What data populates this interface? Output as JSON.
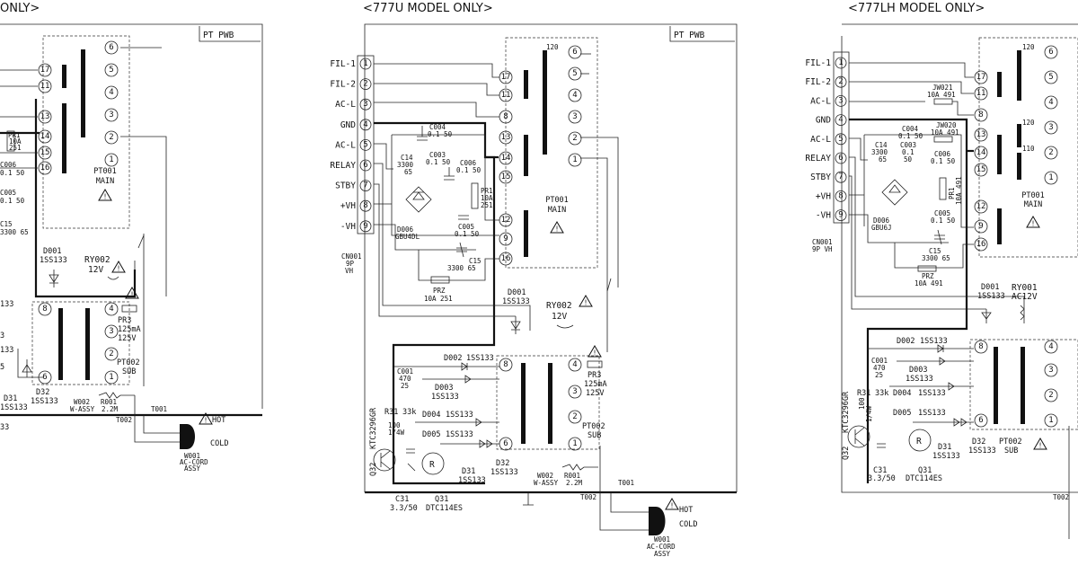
{
  "panels": {
    "left_title": "ONLY>",
    "center_title": "<777U MODEL ONLY>",
    "right_title": "<777LH MODEL ONLY>"
  },
  "left": {
    "pwb": "PT PWB",
    "transformer": "PT001",
    "transformer_sub": "MAIN",
    "relay": "RY002",
    "relay_v": "12V",
    "diode": "D001",
    "diode_part": "1SS133",
    "pr3": "PR3",
    "pr3_spec1": "125mA",
    "pr3_spec2": "125V",
    "sub": "PT002",
    "sub_name": "SUB",
    "d32": "D32",
    "d32_part": "1SS133",
    "d31": "D31",
    "d31_part": "1SS133",
    "w002": "W002",
    "wassy": "W-ASSY",
    "r001": "R001",
    "r001_v": "2.2M",
    "t001": "T001",
    "t002": "T002",
    "hot": "HOT",
    "cold": "COLD",
    "w001": "W001",
    "accord": "AC-CORD",
    "assy": "ASSY",
    "pri": "PR1",
    "pri_v1": "10A",
    "pri_v2": "251",
    "c006": "C006",
    "c006_v": "0.1 50",
    "c005": "C005",
    "c005_v": "0.1 50",
    "c15": "C15",
    "c15_v": "3300 65",
    "frag_133": "133",
    "frag_3": "3",
    "frag_133b": "133",
    "frag_5": "5",
    "frag_33": "33"
  },
  "center": {
    "pwb": "PT PWB",
    "connector": "CN001",
    "connector_p": "9P",
    "connector_v": "VH",
    "pins": [
      {
        "num": "1",
        "label": "FIL-1"
      },
      {
        "num": "2",
        "label": "FIL-2"
      },
      {
        "num": "3",
        "label": "AC-L"
      },
      {
        "num": "4",
        "label": "GND"
      },
      {
        "num": "5",
        "label": "AC-L"
      },
      {
        "num": "6",
        "label": "RELAY"
      },
      {
        "num": "7",
        "label": "STBY"
      },
      {
        "num": "8",
        "label": "+VH"
      },
      {
        "num": "9",
        "label": "-VH"
      }
    ],
    "tx_left": [
      "17",
      "11",
      "8",
      "13",
      "14",
      "15",
      "12",
      "9",
      "16"
    ],
    "tx_right": [
      "6",
      "5",
      "4",
      "3",
      "2",
      "1"
    ],
    "tx_top": "120",
    "transformer": "PT001",
    "transformer_sub": "MAIN",
    "c004": "C004",
    "c004_v": "0.1 50",
    "c14": "C14",
    "c14_v1": "3300",
    "c14_v2": "65",
    "c003": "C003",
    "c003_v": "0.1 50",
    "c006": "C006",
    "c006_v": "0.1 50",
    "pr1": "PR1",
    "pr1_v1": "10A",
    "pr1_v2": "251",
    "c005": "C005",
    "c005_v": "0.1 50",
    "d006": "D006",
    "d006_part": "GBU4DL",
    "c15": "C15",
    "c15_v": "3300 65",
    "prz": "PRZ",
    "prz_v": "10A 251",
    "d001": "D001",
    "d001_part": "1SS133",
    "ry002": "RY002",
    "ry002_v": "12V",
    "d002": "D002",
    "d002_part": "1SS133",
    "c001": "C001",
    "c001_v1": "470",
    "c001_v2": "25",
    "d003": "D003",
    "d003_part": "1SS133",
    "d004": "D004",
    "d004_part": "1SS133",
    "d005": "D005",
    "d005_part": "1SS133",
    "r31": "R31",
    "r31_v": "33k",
    "r31_w1": "100",
    "r31_w2": "1/4W",
    "q32": "Q32",
    "q32_part": "KTC3296GR",
    "pr3": "PR3",
    "pr3_v1": "125mA",
    "pr3_v2": "125V",
    "sub_left": [
      "8",
      "6"
    ],
    "sub_right": [
      "4",
      "3",
      "2",
      "1"
    ],
    "sub": "PT002",
    "sub_name": "SUB",
    "d32": "D32",
    "d32_part": "1SS133",
    "d31": "D31",
    "d31_part": "1SS133",
    "c31": "C31",
    "c31_v": "3.3/50",
    "q31": "Q31",
    "q31_part": "DTC114ES",
    "r_symbol": "R",
    "w002": "W002",
    "wassy": "W-ASSY",
    "r001": "R001",
    "r001_v": "2.2M",
    "t001": "T001",
    "t002": "T002",
    "hot": "HOT",
    "cold": "COLD",
    "w001": "W001",
    "accord": "AC-CORD",
    "assy": "ASSY"
  },
  "right": {
    "connector": "CN001",
    "connector_p": "9P VH",
    "pins": [
      {
        "num": "1",
        "label": "FIL-1"
      },
      {
        "num": "2",
        "label": "FIL-2"
      },
      {
        "num": "3",
        "label": "AC-L"
      },
      {
        "num": "4",
        "label": "GND"
      },
      {
        "num": "5",
        "label": "AC-L"
      },
      {
        "num": "6",
        "label": "RELAY"
      },
      {
        "num": "7",
        "label": "STBY"
      },
      {
        "num": "8",
        "label": "+VH"
      },
      {
        "num": "9",
        "label": "-VH"
      }
    ],
    "tx_left": [
      "17",
      "11",
      "8",
      "13",
      "14",
      "15",
      "12",
      "9",
      "16"
    ],
    "tx_right": [
      "6",
      "5",
      "4",
      "3",
      "2",
      "1"
    ],
    "tx_top": "120",
    "tx_mid": "120",
    "tx_mid2": "110",
    "jw021": "JW021",
    "jw021_v": "10A 491",
    "jw020": "JW020",
    "jw020_v": "10A 491",
    "c004": "C004",
    "c004_v": "0.1 50",
    "c14": "C14",
    "c14_v1": "3300",
    "c14_v2": "65",
    "c003": "C003",
    "c003_v1": "0.1",
    "c003_v2": "50",
    "c006": "C006",
    "c006_v": "0.1 50",
    "pr1": "PR1",
    "pr1_v": "10A 491",
    "c005": "C005",
    "c005_v": "0.1 50",
    "d006": "D006",
    "d006_part": "GBU6J",
    "c15": "C15",
    "c15_v": "3300 65",
    "prz": "PRZ",
    "prz_v": "10A 491",
    "transformer": "PT001",
    "transformer_sub": "MAIN",
    "d001": "D001",
    "d001_part": "1SS133",
    "ry001": "RY001",
    "ry001_v": "AC12V",
    "d002": "D002",
    "d002_part": "1SS133",
    "c001": "C001",
    "c001_v1": "470",
    "c001_v2": "25",
    "d003": "D003",
    "d003_part": "1SS133",
    "d004": "D004",
    "d004_part": "1SS133",
    "d005": "D005",
    "d005_part": "1SS133",
    "r31": "R31",
    "r31_v": "33k",
    "r31_w1": "100",
    "r31_w2": "1/4W",
    "q32": "Q32",
    "q32_part": "KTC3296GR",
    "sub_left": [
      "8",
      "6"
    ],
    "sub_right": [
      "4",
      "3",
      "2",
      "1"
    ],
    "sub": "PT002",
    "sub_name": "SUB",
    "d32": "D32",
    "d32_part": "1SS133",
    "d31": "D31",
    "d31_part": "1SS133",
    "c31": "C31",
    "c31_v": "3.3/50",
    "q31": "Q31",
    "q31_part": "DTC114ES",
    "r_symbol": "R",
    "t002": "T002"
  },
  "warn_symbol": "!"
}
